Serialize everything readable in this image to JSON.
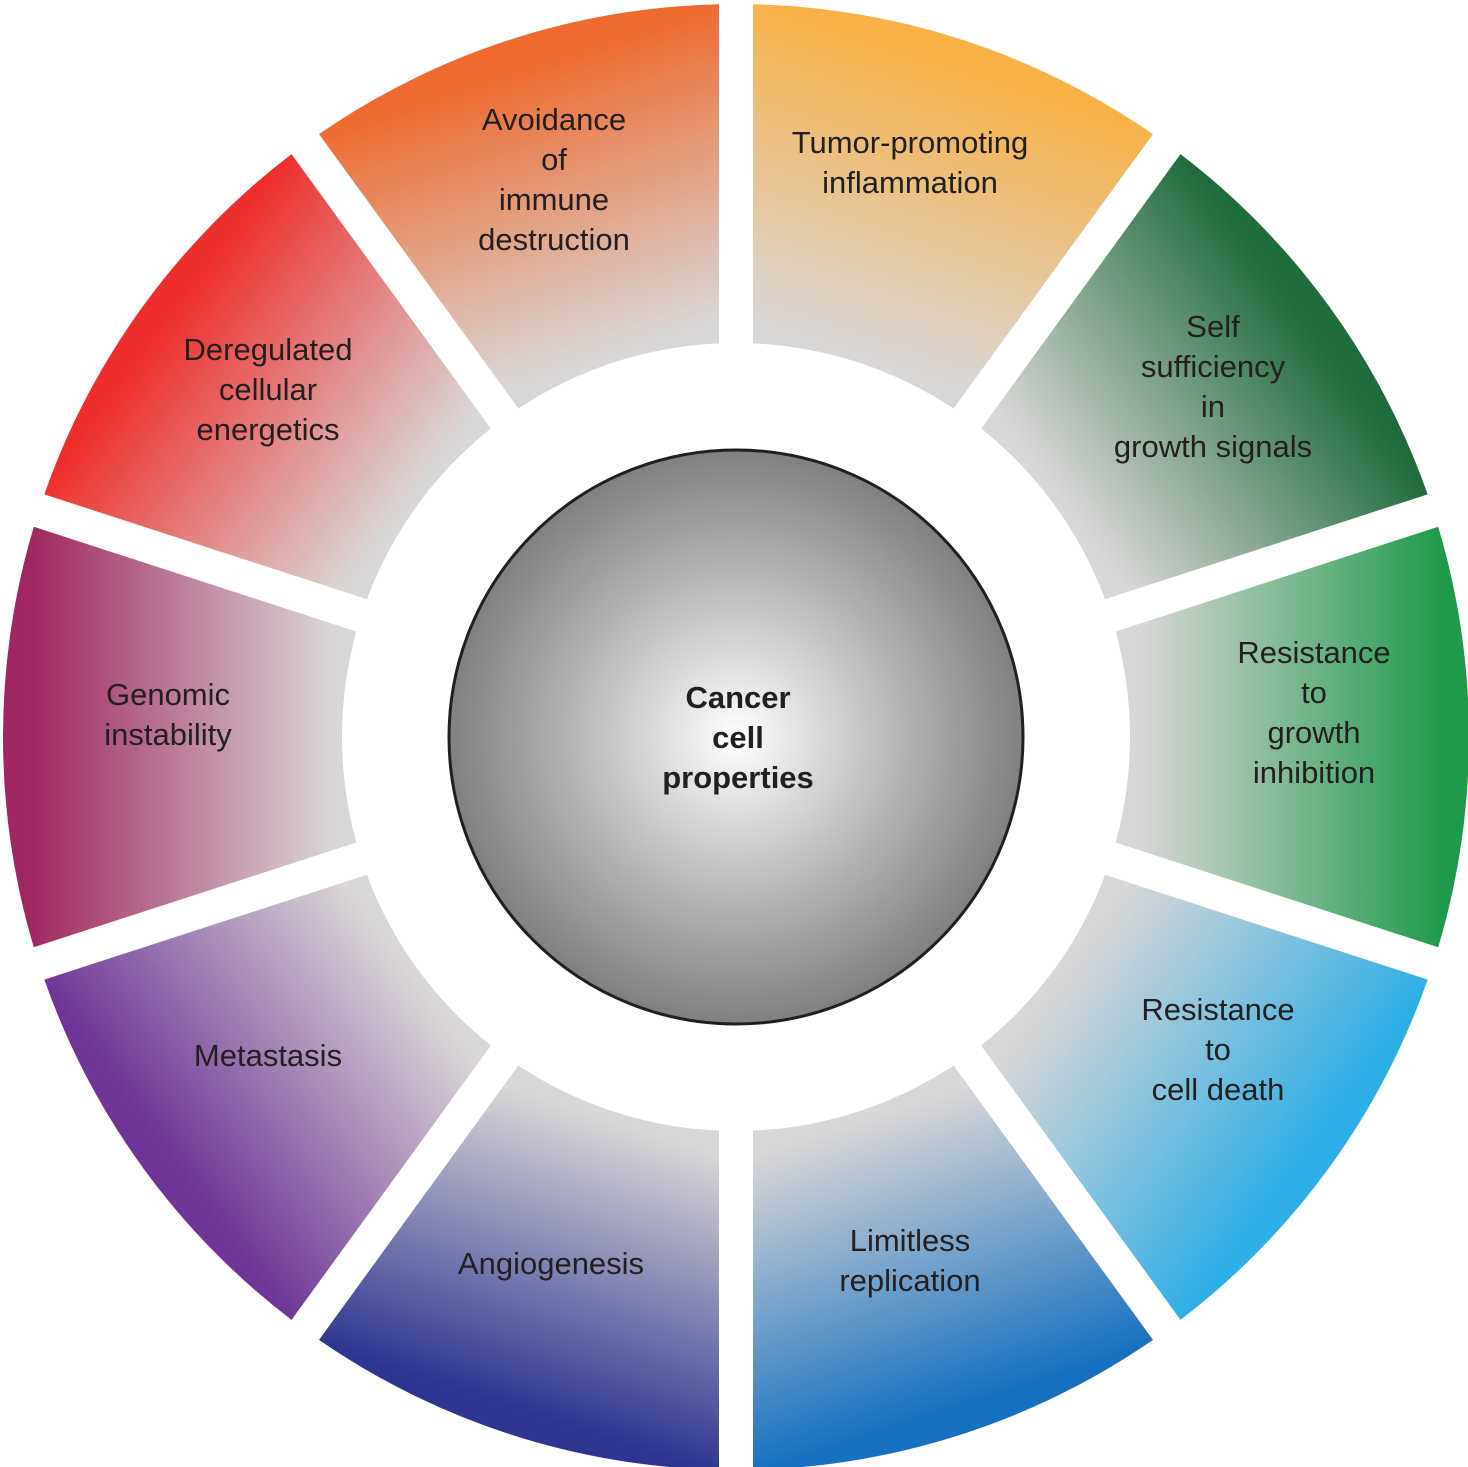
{
  "center": {
    "lines": [
      "Cancer",
      "cell",
      "properties"
    ]
  },
  "segments": [
    {
      "id": "tumor-promoting-inflammation",
      "lines": [
        "Tumor-promoting",
        "inflammation"
      ],
      "color": "#f8b146"
    },
    {
      "id": "self-sufficiency-in-growth-signals",
      "lines": [
        "Self",
        "sufficiency",
        "in",
        "growth signals"
      ],
      "color": "#1e6b3c"
    },
    {
      "id": "resistance-to-growth-inhibition",
      "lines": [
        "Resistance",
        "to",
        "growth",
        "inhibition"
      ],
      "color": "#1f9a4b"
    },
    {
      "id": "resistance-to-cell-death",
      "lines": [
        "Resistance",
        "to",
        "cell death"
      ],
      "color": "#2eaee6"
    },
    {
      "id": "limitless-replication",
      "lines": [
        "Limitless",
        "replication"
      ],
      "color": "#1570c0"
    },
    {
      "id": "angiogenesis",
      "lines": [
        "Angiogenesis"
      ],
      "color": "#2e3591"
    },
    {
      "id": "metastasis",
      "lines": [
        "Metastasis"
      ],
      "color": "#6e3496"
    },
    {
      "id": "genomic-instability",
      "lines": [
        "Genomic",
        "instability"
      ],
      "color": "#a0265f"
    },
    {
      "id": "deregulated-cellular-energetics",
      "lines": [
        "Deregulated",
        "cellular",
        "energetics"
      ],
      "color": "#ee2e2c"
    },
    {
      "id": "avoidance-of-immune-destruction",
      "lines": [
        "Avoidance",
        "of",
        "immune",
        "destruction"
      ],
      "color": "#ee6a2e"
    }
  ]
}
